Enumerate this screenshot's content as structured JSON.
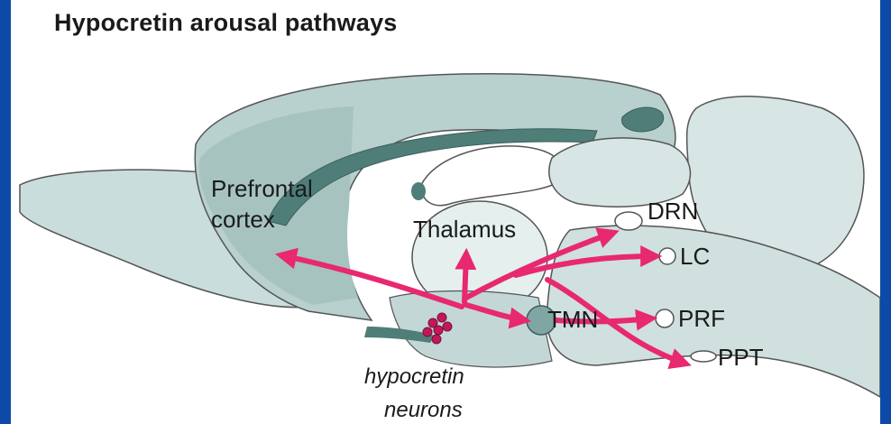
{
  "title": "Hypocretin arousal pathways",
  "labels": {
    "prefrontal_line1": "Prefrontal",
    "prefrontal_line2": "cortex",
    "thalamus": "Thalamus",
    "drn": "DRN",
    "lc": "LC",
    "tmn": "TMN",
    "prf": "PRF",
    "ppt": "PPT",
    "neurons_line1": "hypocretin",
    "neurons_line2": "neurons"
  },
  "colors": {
    "frame": "#0d4aa8",
    "pathway": "#e8286f",
    "brain_light": "#c9dddc",
    "brain_mid": "#a9c6c4",
    "brain_dark": "#4f7e79"
  }
}
